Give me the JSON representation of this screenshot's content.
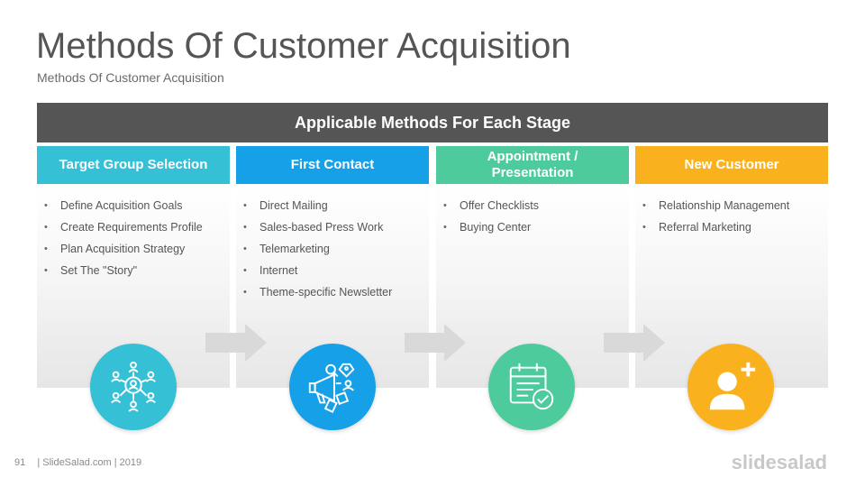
{
  "title": "Methods Of Customer Acquisition",
  "subtitle": "Methods Of Customer Acquisition",
  "banner": "Applicable Methods For Each Stage",
  "colors": {
    "banner": "#555555",
    "target": "#35c0d6",
    "contact": "#16a0e8",
    "appointment": "#4ecb9c",
    "customer": "#f9b21d",
    "arrow": "#d9d9d9"
  },
  "stages": [
    {
      "heading": "Target Group Selection",
      "items": [
        "Define Acquisition Goals",
        "Create Requirements Profile",
        "Plan Acquisition Strategy",
        "Set The \"Story\""
      ],
      "icon": "network-people-icon"
    },
    {
      "heading": "First Contact",
      "items": [
        "Direct Mailing",
        "Sales-based Press Work",
        "Telemarketing",
        "Internet",
        "Theme-specific Newsletter"
      ],
      "icon": "megaphone-icon"
    },
    {
      "heading": "Appointment / Presentation",
      "items": [
        "Offer Checklists",
        "Buying Center"
      ],
      "icon": "calendar-check-icon"
    },
    {
      "heading": "New Customer",
      "items": [
        "Relationship Management",
        "Referral Marketing"
      ],
      "icon": "add-user-icon"
    }
  ],
  "footer": {
    "page_number": "91",
    "credit": "| SlideSalad.com | 2019"
  },
  "brand": "slidesalad"
}
